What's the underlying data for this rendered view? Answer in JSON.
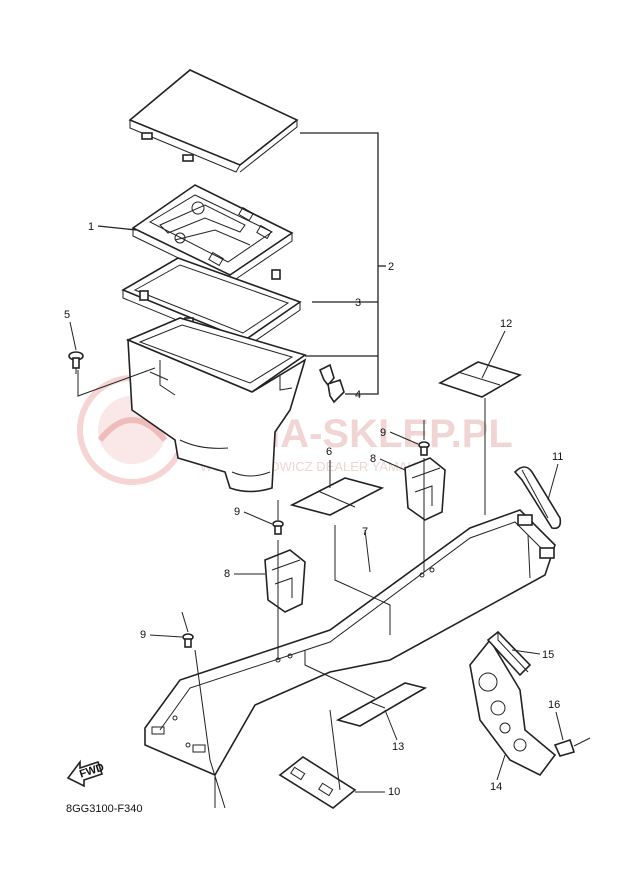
{
  "diagram": {
    "code": "8GG3100-F340",
    "fwd_label": "FWD",
    "watermark": {
      "main": "YAMA-SKLEP.PL",
      "sub": "WOJCIECHOWICZ DEALER YAMAHA"
    },
    "callouts": [
      "1",
      "2",
      "3",
      "4",
      "5",
      "6",
      "7",
      "8",
      "8",
      "9",
      "9",
      "9",
      "10",
      "11",
      "12",
      "13",
      "14",
      "15",
      "16"
    ]
  }
}
